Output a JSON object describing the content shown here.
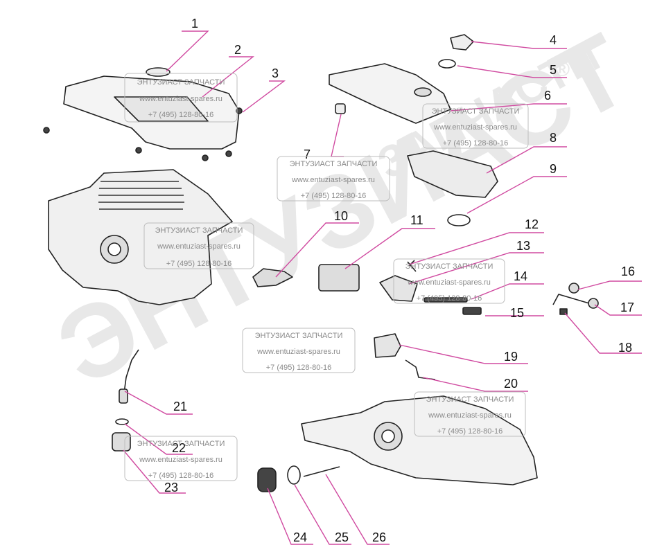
{
  "watermark": {
    "brand_big": "ЭНТУЗИАСТ",
    "brand_arc": "ЗАПЧАСТИ",
    "reg_mark": "®",
    "name": "ЭНТУЗИАСТ ЗАПЧАСТИ",
    "url": "www.entuziast-spares.ru",
    "phone": "+7 (495) 128-80-16"
  },
  "callouts": [
    "1",
    "2",
    "3",
    "4",
    "5",
    "6",
    "7",
    "8",
    "9",
    "10",
    "11",
    "12",
    "13",
    "14",
    "15",
    "16",
    "17",
    "18",
    "19",
    "20",
    "21",
    "22",
    "23",
    "24",
    "25",
    "26"
  ],
  "colors": {
    "leader": "#d04aa0",
    "outline": "#222222",
    "watermark_text": "#8a8a8a",
    "big_watermark": "#e8e8e8"
  }
}
